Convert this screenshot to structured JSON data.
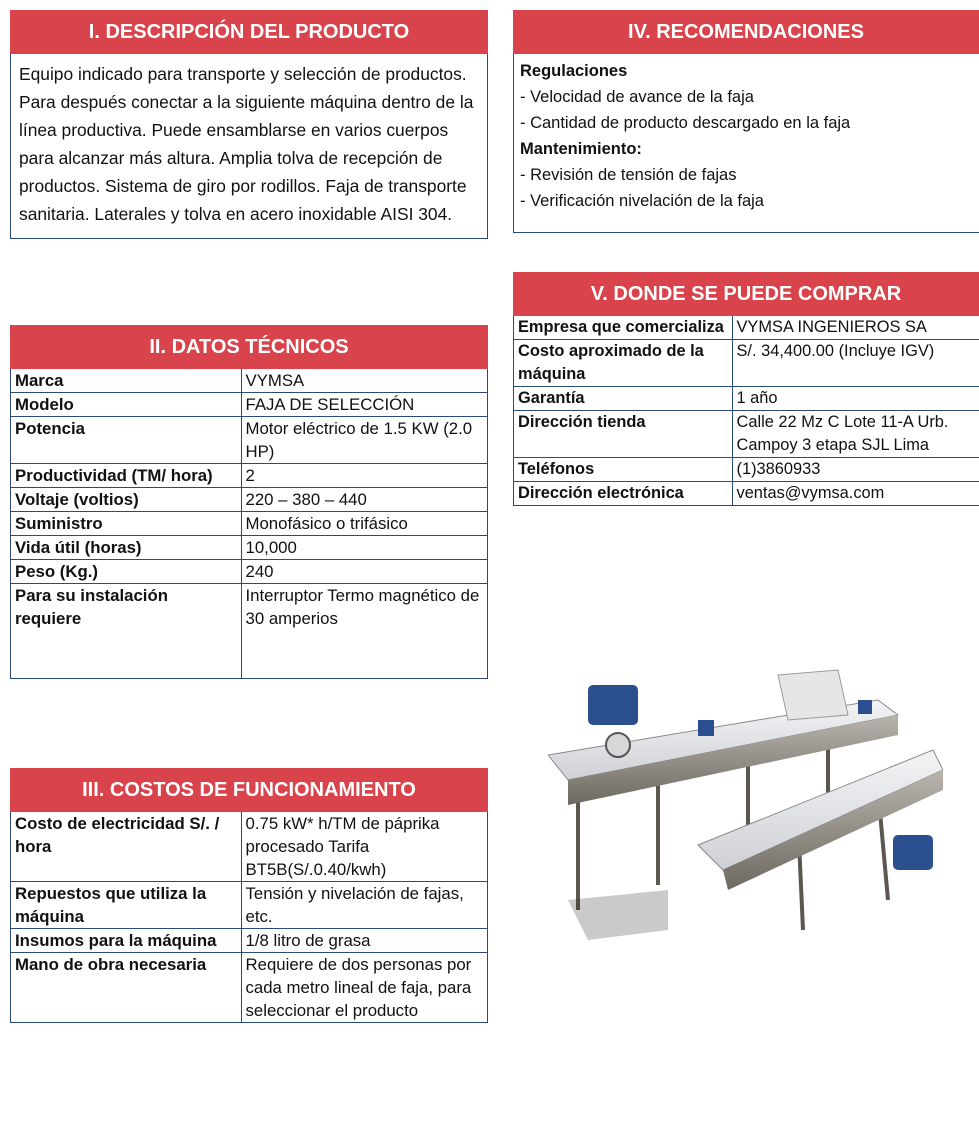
{
  "section1": {
    "title": "I. DESCRIPCIÓN DEL PRODUCTO",
    "text": "Equipo indicado para transporte y selección de productos. Para después conectar a la siguiente máquina dentro de la línea productiva. Puede ensamblarse en varios cuerpos para alcanzar más altura.  Amplia tolva de recepción de productos. Sistema de giro por rodillos.  Faja de transporte sanitaria. Laterales y tolva en acero inoxidable AISI 304."
  },
  "section2": {
    "title": "II. DATOS TÉCNICOS",
    "rows": [
      {
        "k": "Marca",
        "v": "VYMSA"
      },
      {
        "k": "Modelo",
        "v": "FAJA DE SELECCIÓN"
      },
      {
        "k": "Potencia",
        "v": "Motor eléctrico de 1.5 KW (2.0 HP)"
      },
      {
        "k": "Productividad (TM/ hora)",
        "v": "2"
      },
      {
        "k": "Voltaje (voltios)",
        "v": "220 – 380 – 440"
      },
      {
        "k": "Suministro",
        "v": "Monofásico o trifásico"
      },
      {
        "k": "Vida útil (horas)",
        "v": "10,000"
      },
      {
        "k": "Peso (Kg.)",
        "v": "240"
      },
      {
        "k": "Para su instalación requiere",
        "v": "Interruptor Termo magnético de 30 amperios"
      }
    ]
  },
  "section3": {
    "title": "III. COSTOS DE FUNCIONAMIENTO",
    "rows": [
      {
        "k": "Costo de electricidad S/. / hora",
        "v": "0.75 kW* h/TM de páprika procesado Tarifa BT5B(S/.0.40/kwh)"
      },
      {
        "k": "Repuestos que utiliza la máquina",
        "v": "Tensión y nivelación de fajas, etc."
      },
      {
        "k": "Insumos para la máquina",
        "v": "1/8 litro de grasa"
      },
      {
        "k": "Mano de obra necesaria",
        "v": "Requiere de dos personas por cada metro lineal de faja, para seleccionar el producto"
      }
    ]
  },
  "section4": {
    "title": "IV. RECOMENDACIONES",
    "reg_title": "Regulaciones",
    "reg_items": [
      "- Velocidad de avance de la faja",
      "- Cantidad de producto descargado en la faja"
    ],
    "mant_title": "Mantenimiento:",
    "mant_items": [
      "- Revisión de tensión de fajas",
      "- Verificación nivelación de la faja"
    ]
  },
  "section5": {
    "title": "V. DONDE SE PUEDE COMPRAR",
    "rows": [
      {
        "k": "Empresa que comercializa",
        "v": "VYMSA INGENIEROS SA"
      },
      {
        "k": "Costo aproximado de la máquina",
        "v": "S/. 34,400.00 (Incluye IGV)"
      },
      {
        "k": "Garantía",
        "v": "1 año"
      },
      {
        "k": "Dirección tienda",
        "v": "Calle 22 Mz C Lote 11-A Urb. Campoy 3 etapa SJL Lima"
      },
      {
        "k": "Teléfonos",
        "v": "(1)3860933"
      },
      {
        "k": "Dirección electrónica",
        "v": "ventas@vymsa.com"
      }
    ]
  },
  "photo": {
    "icon": "conveyor-belt-machine-photo"
  }
}
